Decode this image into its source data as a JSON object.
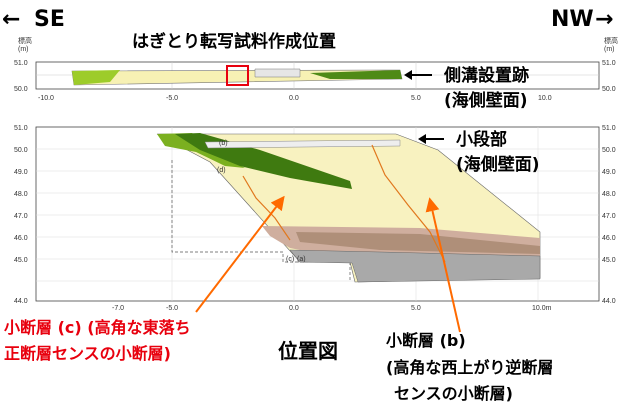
{
  "header": {
    "left_direction": "SE",
    "right_direction": "NW",
    "left_arrow": "←",
    "right_arrow": "→",
    "title": "はぎとり転写試料作成位置"
  },
  "top_profile": {
    "y_unit_label_line1": "標高",
    "y_unit_label_line2": "(m)",
    "y_ticks": [
      "51.0",
      "50.0"
    ],
    "x_ticks": [
      "-10.0",
      "-5.0",
      "0.0",
      "5.0",
      "10.0"
    ],
    "annotation_line1": "側溝設置跡",
    "annotation_line2": "(海側壁面)"
  },
  "main_section": {
    "y_ticks": [
      "51.0",
      "50.0",
      "49.0",
      "48.0",
      "47.0",
      "46.0",
      "45.0",
      "44.0"
    ],
    "x_ticks": [
      "-7.0",
      "-5.0",
      "0.0",
      "5.0",
      "10.0m"
    ],
    "small_labels": [
      "(b)",
      "(d)",
      "(c)",
      "(a)"
    ],
    "annotation_line1": "小段部",
    "annotation_line2": "(海側壁面)"
  },
  "callouts": {
    "fault_c_line1": "小断層 (c) (高角な東落ち",
    "fault_c_line2": "正断層センスの小断層)",
    "location_map": "位置図",
    "fault_b_line1": "小断層 (b)",
    "fault_b_line2": "(高角な西上がり逆断層",
    "fault_b_line3": "センスの小断層)"
  },
  "colors": {
    "fault_c_text": "#e8000e",
    "callout_line": "#ff6a00",
    "marker_box": "#e8000e",
    "text": "#000000",
    "strata_yellow": "#f7f1b4",
    "strata_green": "#79ad23",
    "strata_dark_green": "#3f7a10",
    "strata_gray": "#a9a9a9",
    "strata_brown": "#c9a898"
  }
}
